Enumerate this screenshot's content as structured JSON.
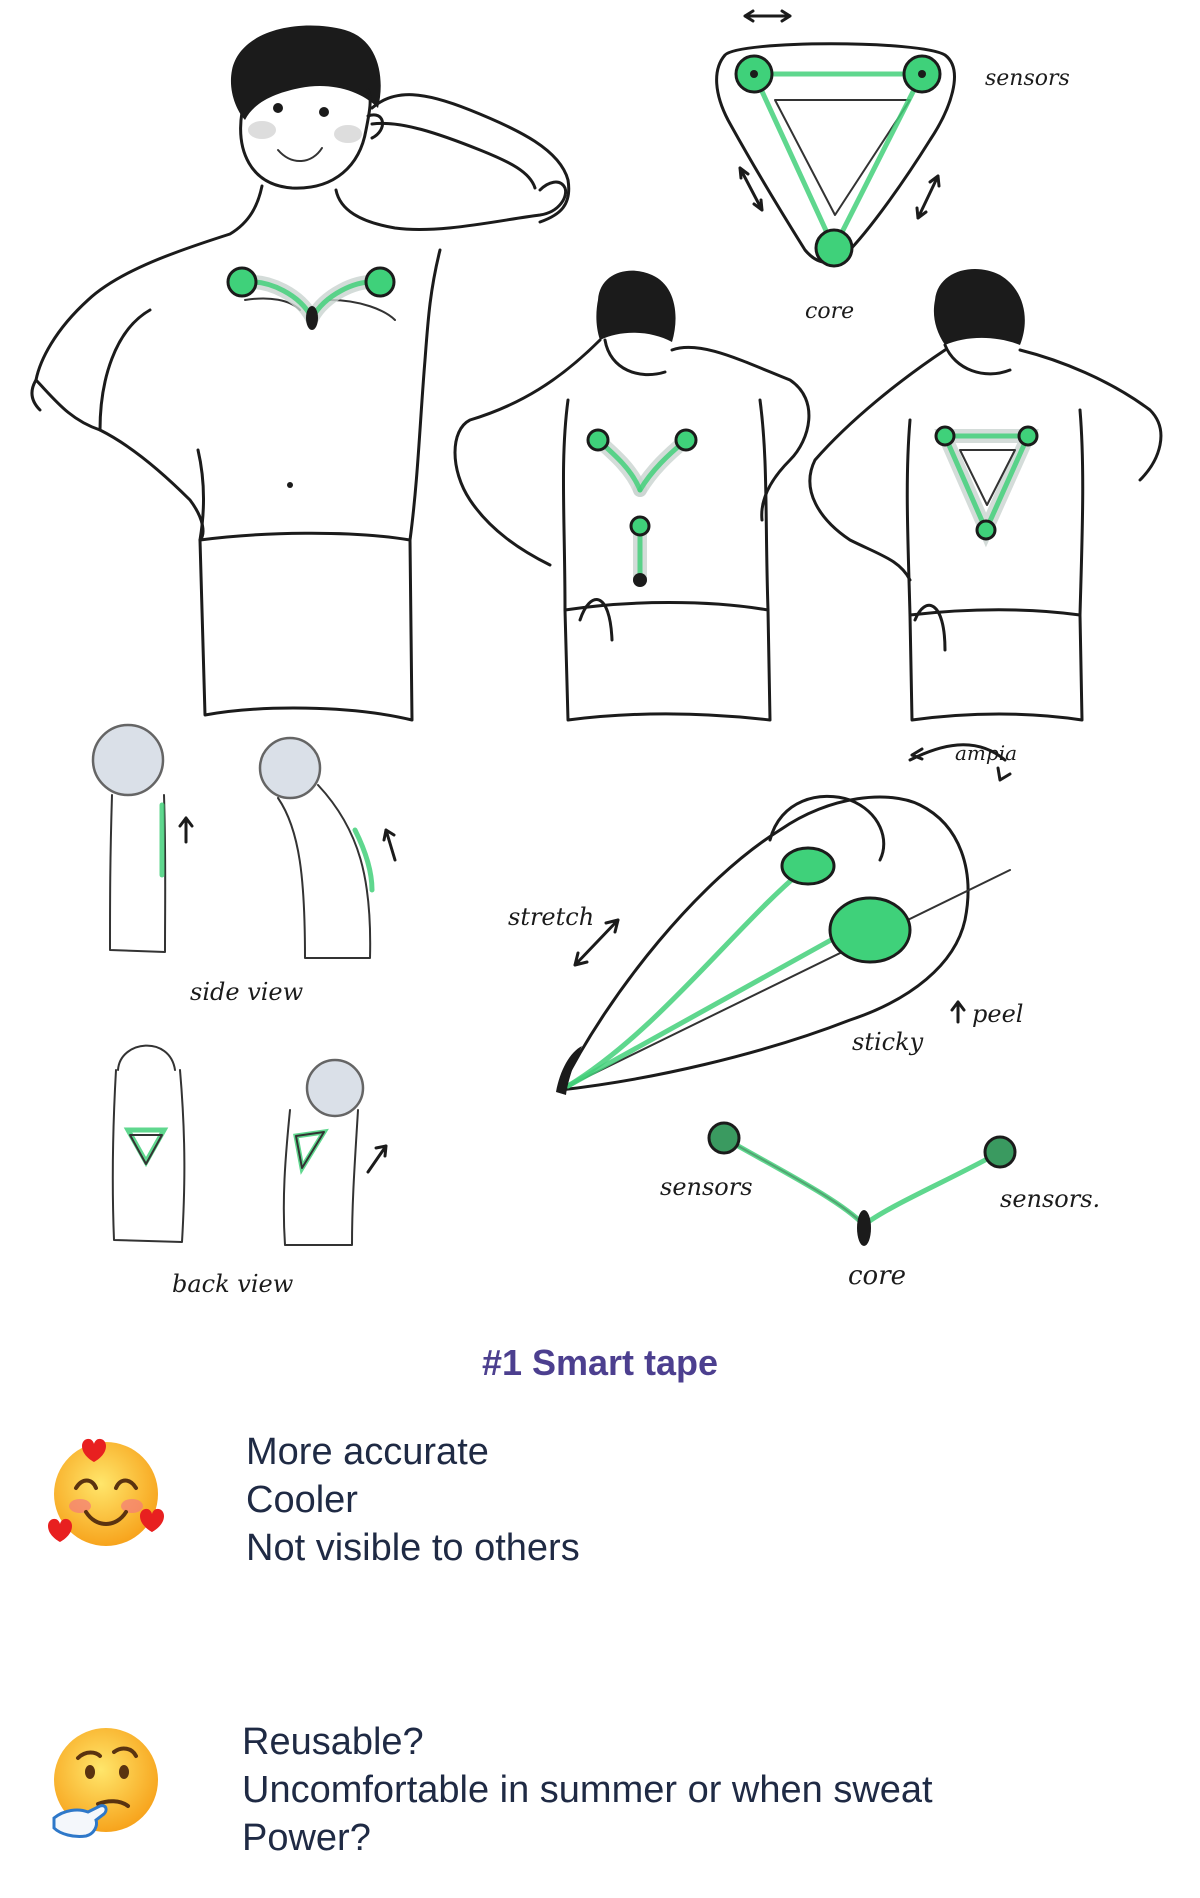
{
  "sketch": {
    "labels": {
      "sensors_top": "sensors",
      "core_top": "core",
      "side_view": "side view",
      "back_view": "back view",
      "stretch": "stretch",
      "sticky": "sticky",
      "peel": "peel",
      "ampia": "ampia",
      "sensors_left": "sensors",
      "sensors_right": "sensors.",
      "core_bottom": "core"
    }
  },
  "caption": "#1 Smart tape",
  "pros": {
    "icon": "smiling-face-with-hearts-icon",
    "items": [
      "More accurate",
      "Cooler",
      "Not visible to others"
    ]
  },
  "cons": {
    "icon": "thinking-face-icon",
    "items": [
      "Reusable?",
      "Uncomfortable in summer or when sweat",
      "Power?"
    ]
  }
}
